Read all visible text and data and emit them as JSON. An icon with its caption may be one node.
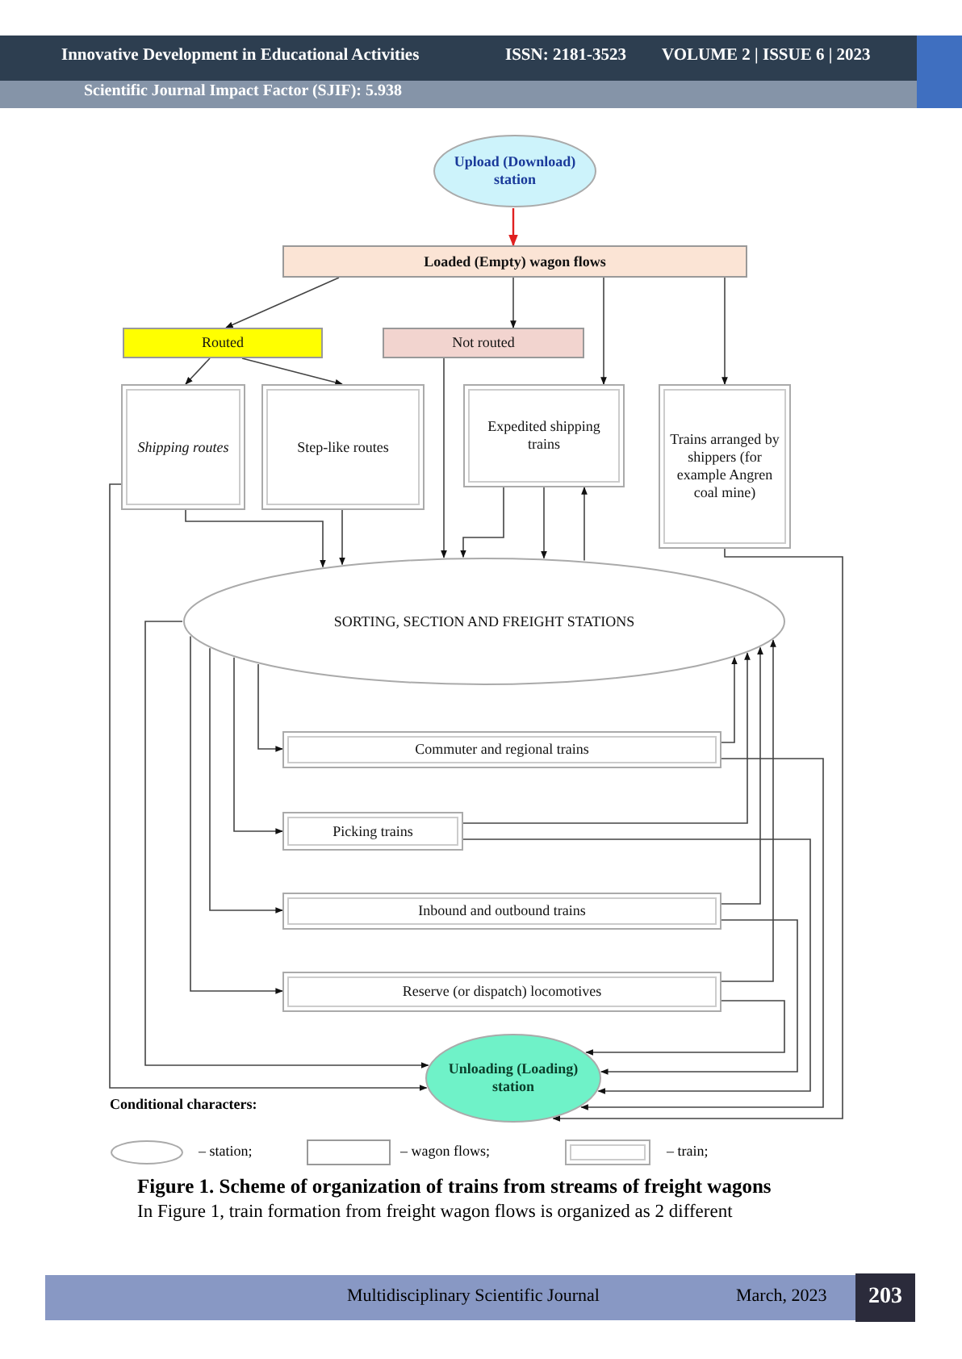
{
  "diagram": {
    "caption": "Figure 1. Scheme of organization of trains from streams of freight wagons",
    "nodes": [
      {
        "text": [
          "Upload (Download) station"
        ]
      },
      {
        "text": [
          "Loaded (Empty) wagon flows"
        ]
      },
      {
        "text": [
          "Routed"
        ]
      },
      {
        "text": [
          "Not routed"
        ]
      },
      {
        "text": [
          "Shipping routes"
        ]
      },
      {
        "text": [
          "Step-like routes"
        ]
      },
      {
        "text": [
          "Expedited shipping trains"
        ]
      },
      {
        "text": [
          "Trains arranged by shippers (for example Angren coal mine)"
        ]
      },
      {
        "text": [
          "SORTING, SECTION AND FREIGHT STATIONS"
        ]
      },
      {
        "text": [
          "Commuter and regional trains"
        ]
      },
      {
        "text": [
          "Picking trains"
        ]
      },
      {
        "text": [
          "Inbound and outbound trains"
        ]
      },
      {
        "text": [
          "Reserve (or dispatch) locomotives"
        ]
      },
      {
        "text": [
          "Unloading (Loading) station"
        ]
      }
    ],
    "edges": [
      {
        "from": 0,
        "to": 1,
        "arrow": "to",
        "color": "#e02020"
      },
      {
        "from": 1,
        "to": 2,
        "arrow": "to"
      },
      {
        "from": 1,
        "to": 3,
        "arrow": "to"
      },
      {
        "from": 1,
        "to": 6,
        "arrow": "to"
      },
      {
        "from": 1,
        "to": 7,
        "arrow": "to"
      },
      {
        "from": 2,
        "to": 4,
        "arrow": "to"
      },
      {
        "from": 2,
        "to": 5,
        "arrow": "to"
      },
      {
        "from": 4,
        "to": 8,
        "arrow": "to"
      },
      {
        "from": 5,
        "to": 8,
        "arrow": "to"
      },
      {
        "from": 3,
        "to": 8,
        "arrow": "to"
      },
      {
        "from": 6,
        "to": 8,
        "arrow": "to"
      },
      {
        "from": 6,
        "to": 8,
        "arrow": "to"
      },
      {
        "from": 8,
        "to": 6,
        "arrow": "to"
      },
      {
        "from": 7,
        "to": 13,
        "arrow": "to"
      },
      {
        "from": 8,
        "to": 9,
        "arrow": "to"
      },
      {
        "from": 8,
        "to": 10,
        "arrow": "to"
      },
      {
        "from": 8,
        "to": 11,
        "arrow": "to"
      },
      {
        "from": 8,
        "to": 12,
        "arrow": "to"
      },
      {
        "from": 9,
        "to": 8,
        "arrow": "to"
      },
      {
        "from": 10,
        "to": 8,
        "arrow": "to"
      },
      {
        "from": 11,
        "to": 8,
        "arrow": "to"
      },
      {
        "from": 12,
        "to": 8,
        "arrow": "to"
      },
      {
        "from": 9,
        "to": 13,
        "arrow": "to"
      },
      {
        "from": 10,
        "to": 13,
        "arrow": "to"
      },
      {
        "from": 11,
        "to": 13,
        "arrow": "to"
      },
      {
        "from": 12,
        "to": 13,
        "arrow": "to"
      },
      {
        "from": 4,
        "to": 13,
        "arrow": "to"
      },
      {
        "from": 8,
        "to": 13,
        "arrow": "to"
      }
    ],
    "labels": [
      "Innovative Development in Educational Activities",
      "ISSN: 2181-3523",
      "VOLUME 2 | ISSUE 6 | 2023",
      "Scientific Journal Impact Factor (SJIF): 5.938",
      "Conditional characters:",
      "In Figure 1, train formation from freight wagon flows is organized as 2 different",
      "Multidisciplinary Scientific Journal",
      "March, 2023",
      "203"
    ],
    "legend": [
      {
        "text": "– station;"
      },
      {
        "text": "– wagon flows;"
      },
      {
        "text": "– train;"
      }
    ]
  }
}
